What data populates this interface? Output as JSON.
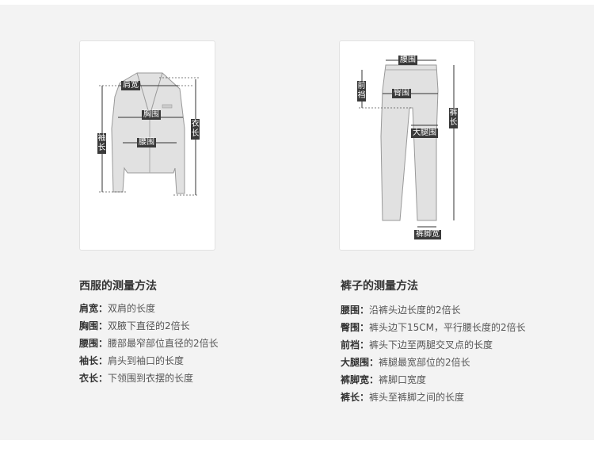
{
  "jacket": {
    "labels": {
      "shoulder": "肩宽",
      "chest": "胸围",
      "waist": "腰围",
      "sleeve": "袖长",
      "length": "衣长"
    },
    "title": "西服的测量方法",
    "items": [
      {
        "term": "肩宽",
        "sep": "：",
        "desc": "双肩的长度"
      },
      {
        "term": "胸围",
        "sep": "：",
        "desc": "双腋下直径的2倍长"
      },
      {
        "term": "腰围",
        "sep": "：",
        "desc": "腰部最窄部位直径的2倍长"
      },
      {
        "term": "袖长",
        "sep": "：",
        "desc": "肩头到袖口的长度"
      },
      {
        "term": "衣长",
        "sep": "：",
        "desc": "下领围到衣摆的长度"
      }
    ]
  },
  "pants": {
    "labels": {
      "waist": "腰围",
      "front_rise": "前裆",
      "hip": "臀围",
      "thigh": "大腿围",
      "length": "裤长",
      "hem": "裤脚宽"
    },
    "title": "裤子的测量方法",
    "items": [
      {
        "term": "腰围",
        "sep": "：",
        "desc": "沿裤头边长度的2倍长"
      },
      {
        "term": "臀围",
        "sep": "：",
        "desc": "裤头边下15CM，平行腰长度的2倍长"
      },
      {
        "term": "前裆",
        "sep": "：",
        "desc": "裤头下边至两腿交叉点的长度"
      },
      {
        "term": "大腿围",
        "sep": "：",
        "desc": "裤腿最宽部位的2倍长"
      },
      {
        "term": "裤脚宽",
        "sep": "：",
        "desc": "裤脚口宽度"
      },
      {
        "term": "裤长",
        "sep": "：",
        "desc": "裤头至裤脚之间的长度"
      }
    ]
  }
}
